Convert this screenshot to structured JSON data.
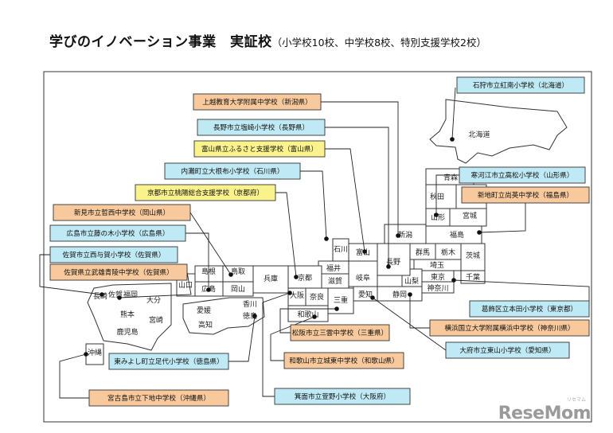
{
  "title": {
    "main": "学びのイノベーション事業　実証校",
    "sub": "（小学校10校、中学校8校、特別支援学校2校）"
  },
  "colors": {
    "elementary": "#bfe9f4",
    "junior_high": "#f8c99c",
    "special_support": "#faf38d",
    "border": "#333333"
  },
  "prefectures": [
    {
      "id": "hokkaido",
      "name": "北海道"
    },
    {
      "id": "aomori",
      "name": "青森"
    },
    {
      "id": "akita",
      "name": "秋田"
    },
    {
      "id": "yamagata",
      "name": "山形"
    },
    {
      "id": "miyagi",
      "name": "宮城"
    },
    {
      "id": "fukushima",
      "name": "福島"
    },
    {
      "id": "niigata",
      "name": "新潟"
    },
    {
      "id": "gunma",
      "name": "群馬"
    },
    {
      "id": "tochigi",
      "name": "栃木"
    },
    {
      "id": "ibaraki",
      "name": "茨城"
    },
    {
      "id": "saitama",
      "name": "埼玉"
    },
    {
      "id": "chiba",
      "name": "千葉"
    },
    {
      "id": "tokyo",
      "name": "東京"
    },
    {
      "id": "kanagawa",
      "name": "神奈川"
    },
    {
      "id": "yamanashi",
      "name": "山梨"
    },
    {
      "id": "nagano",
      "name": "長野"
    },
    {
      "id": "toyama",
      "name": "富山"
    },
    {
      "id": "ishikawa",
      "name": "石川"
    },
    {
      "id": "fukui",
      "name": "福井"
    },
    {
      "id": "gifu",
      "name": "岐阜"
    },
    {
      "id": "shizuoka",
      "name": "静岡"
    },
    {
      "id": "aichi",
      "name": "愛知"
    },
    {
      "id": "mie",
      "name": "三重"
    },
    {
      "id": "shiga",
      "name": "滋賀"
    },
    {
      "id": "kyoto",
      "name": "京都"
    },
    {
      "id": "osaka",
      "name": "大阪"
    },
    {
      "id": "nara",
      "name": "奈良"
    },
    {
      "id": "wakayama",
      "name": "和歌山"
    },
    {
      "id": "hyogo",
      "name": "兵庫"
    },
    {
      "id": "tottori",
      "name": "鳥取"
    },
    {
      "id": "okayama",
      "name": "岡山"
    },
    {
      "id": "shimane",
      "name": "島根"
    },
    {
      "id": "hiroshima",
      "name": "広島"
    },
    {
      "id": "yamaguchi",
      "name": "山口"
    },
    {
      "id": "kagawa",
      "name": "香川"
    },
    {
      "id": "tokushima",
      "name": "徳島"
    },
    {
      "id": "ehime",
      "name": "愛媛"
    },
    {
      "id": "kochi",
      "name": "高知"
    },
    {
      "id": "fukuoka",
      "name": "福岡"
    },
    {
      "id": "saga",
      "name": "佐賀"
    },
    {
      "id": "nagasaki",
      "name": "長崎"
    },
    {
      "id": "kumamoto",
      "name": "熊本"
    },
    {
      "id": "oita",
      "name": "大分"
    },
    {
      "id": "miyazaki",
      "name": "宮崎"
    },
    {
      "id": "kagoshima",
      "name": "鹿児島"
    },
    {
      "id": "okinawa",
      "name": "沖縄"
    }
  ],
  "schools": [
    {
      "id": "ishikari",
      "name": "石狩市立紅南小学校（北海道）",
      "type": "elementary"
    },
    {
      "id": "joetsu",
      "name": "上越教育大学附属中学校（新潟県）",
      "type": "junior_high"
    },
    {
      "id": "nagano",
      "name": "長野市立塩崎小学校（長野県）",
      "type": "elementary"
    },
    {
      "id": "toyama",
      "name": "富山県立ふるさと支援学校（富山県）",
      "type": "special_support"
    },
    {
      "id": "uchinada",
      "name": "内灘町立大根布小学校（石川県）",
      "type": "elementary"
    },
    {
      "id": "kyoto",
      "name": "京都市立桃陽総合支援学校（京都府）",
      "type": "special_support"
    },
    {
      "id": "niimi",
      "name": "新見市立哲西中学校（岡山県）",
      "type": "junior_high"
    },
    {
      "id": "hiroshima",
      "name": "広島市立藤の木小学校（広島県）",
      "type": "elementary"
    },
    {
      "id": "sagaelem",
      "name": "佐賀市立西与賀小学校（佐賀県）",
      "type": "elementary"
    },
    {
      "id": "sagajh",
      "name": "佐賀県立武雄青陵中学校（佐賀県）",
      "type": "junior_high"
    },
    {
      "id": "sagae",
      "name": "寒河江市立高松小学校（山形県）",
      "type": "elementary"
    },
    {
      "id": "shinchi",
      "name": "新地町立尚英中学校（福島県）",
      "type": "junior_high"
    },
    {
      "id": "katsushika",
      "name": "葛飾区立本田小学校（東京都）",
      "type": "elementary"
    },
    {
      "id": "yokohama",
      "name": "横浜国立大学附属横浜中学校（神奈川県）",
      "type": "junior_high"
    },
    {
      "id": "obu",
      "name": "大府市立東山小学校（愛知県）",
      "type": "elementary"
    },
    {
      "id": "matsusaka",
      "name": "松阪市立三雲中学校（三重県）",
      "type": "junior_high"
    },
    {
      "id": "wakayama",
      "name": "和歌山市立城東中学校（和歌山県）",
      "type": "junior_high"
    },
    {
      "id": "mino",
      "name": "箕面市立萱野小学校（大阪府）",
      "type": "elementary"
    },
    {
      "id": "higashimiyoshi",
      "name": "東みよし町立足代小学校（徳島県）",
      "type": "elementary"
    },
    {
      "id": "miyakojima",
      "name": "宮古島市立下地中学校（沖縄県）",
      "type": "junior_high"
    }
  ],
  "brand": {
    "name": "ReseMom",
    "tagline": "リセマム"
  }
}
